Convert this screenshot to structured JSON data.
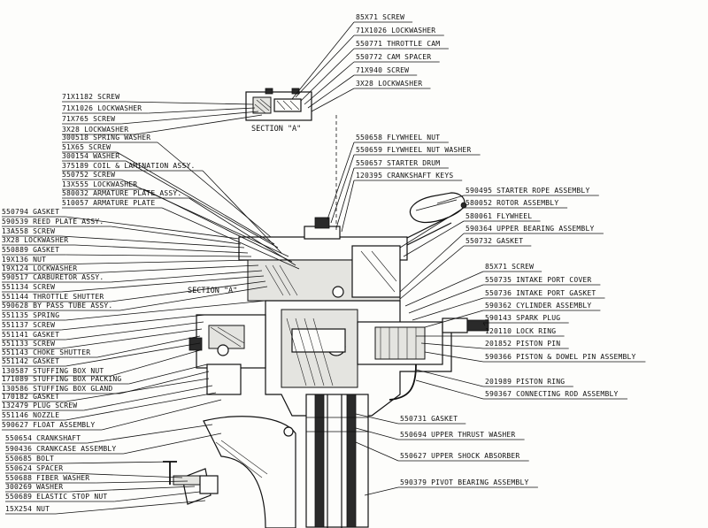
{
  "section_labels": [
    "SECTION \"A\"",
    "SECTION \"A\""
  ],
  "right_labels": [
    {
      "part": "85X71",
      "name": "SCREW"
    },
    {
      "part": "71X1026",
      "name": "LOCKWASHER"
    },
    {
      "part": "550771",
      "name": "THROTTLE CAM"
    },
    {
      "part": "550772",
      "name": "CAM SPACER"
    },
    {
      "part": "71X940",
      "name": "SCREW"
    },
    {
      "part": "3X28",
      "name": "LOCKWASHER"
    },
    {
      "part": "550658",
      "name": "FLYWHEEL NUT"
    },
    {
      "part": "550659",
      "name": "FLYWHEEL NUT WASHER"
    },
    {
      "part": "550657",
      "name": "STARTER DRUM"
    },
    {
      "part": "120395",
      "name": "CRANKSHAFT KEYS"
    },
    {
      "part": "590495",
      "name": "STARTER ROPE ASSEMBLY"
    },
    {
      "part": "580052",
      "name": "ROTOR ASSEMBLY"
    },
    {
      "part": "580061",
      "name": "FLYWHEEL"
    },
    {
      "part": "590364",
      "name": "UPPER BEARING ASSEMBLY"
    },
    {
      "part": "550732",
      "name": "GASKET"
    },
    {
      "part": "85X71",
      "name": "SCREW"
    },
    {
      "part": "550735",
      "name": "INTAKE PORT COVER"
    },
    {
      "part": "550736",
      "name": "INTAKE PORT GASKET"
    },
    {
      "part": "590362",
      "name": "CYLINDER ASSEMBLY"
    },
    {
      "part": "590143",
      "name": "SPARK PLUG"
    },
    {
      "part": "120110",
      "name": "LOCK RING"
    },
    {
      "part": "201852",
      "name": "PISTON PIN"
    },
    {
      "part": "590366",
      "name": "PISTON & DOWEL PIN ASSEMBLY"
    },
    {
      "part": "201989",
      "name": "PISTON RING"
    },
    {
      "part": "590367",
      "name": "CONNECTING ROD ASSEMBLY"
    },
    {
      "part": "550731",
      "name": "GASKET"
    },
    {
      "part": "550694",
      "name": "UPPER THRUST WASHER"
    },
    {
      "part": "550627",
      "name": "UPPER SHOCK ABSORBER"
    },
    {
      "part": "590379",
      "name": "PIVOT BEARING ASSEMBLY"
    }
  ],
  "left_labels": [
    {
      "part": "71X1182",
      "name": "SCREW"
    },
    {
      "part": "71X1026",
      "name": "LOCKWASHER"
    },
    {
      "part": "71X765",
      "name": "SCREW"
    },
    {
      "part": "3X28",
      "name": "LOCKWASHER"
    },
    {
      "part": "300518",
      "name": "SPRING WASHER"
    },
    {
      "part": "51X65",
      "name": "SCREW"
    },
    {
      "part": "300154",
      "name": "WASHER"
    },
    {
      "part": "375189",
      "name": "COIL & LAMINATION ASSY."
    },
    {
      "part": "550752",
      "name": "SCREW"
    },
    {
      "part": "13X555",
      "name": "LOCKWASHER"
    },
    {
      "part": "580032",
      "name": "ARMATURE PLATE ASSY."
    },
    {
      "part": "510057",
      "name": "ARMATURE PLATE"
    },
    {
      "part": "550794",
      "name": "GASKET"
    },
    {
      "part": "590539",
      "name": "REED PLATE ASSY."
    },
    {
      "part": "13A558",
      "name": "SCREW"
    },
    {
      "part": "3X28",
      "name": "LOCKWASHER"
    },
    {
      "part": "550889",
      "name": "GASKET"
    },
    {
      "part": "19X136",
      "name": "NUT"
    },
    {
      "part": "19X124",
      "name": "LOCKWASHER"
    },
    {
      "part": "590517",
      "name": "CARBURETOR ASSY."
    },
    {
      "part": "551134",
      "name": "SCREW"
    },
    {
      "part": "551144",
      "name": "THROTTLE SHUTTER"
    },
    {
      "part": "590628",
      "name": "BY PASS TUBE ASSY."
    },
    {
      "part": "551135",
      "name": "SPRING"
    },
    {
      "part": "551137",
      "name": "SCREW"
    },
    {
      "part": "551141",
      "name": "GASKET"
    },
    {
      "part": "551133",
      "name": "SCREW"
    },
    {
      "part": "551143",
      "name": "CHOKE SHUTTER"
    },
    {
      "part": "551142",
      "name": "GASKET"
    },
    {
      "part": "130587",
      "name": "STUFFING BOX NUT"
    },
    {
      "part": "171089",
      "name": "STUFFING BOX PACKING"
    },
    {
      "part": "130586",
      "name": "STUFFING BOX GLAND"
    },
    {
      "part": "170182",
      "name": "GASKET"
    },
    {
      "part": "132479",
      "name": "PLUG SCREW"
    },
    {
      "part": "551146",
      "name": "NOZZLE"
    },
    {
      "part": "590627",
      "name": "FLOAT ASSEMBLY"
    },
    {
      "part": "550654",
      "name": "CRANKSHAFT"
    },
    {
      "part": "590436",
      "name": "CRANKCASE ASSEMBLY"
    },
    {
      "part": "550685",
      "name": "BOLT"
    },
    {
      "part": "550624",
      "name": "SPACER"
    },
    {
      "part": "550688",
      "name": "FIBER WASHER"
    },
    {
      "part": "300269",
      "name": "WASHER"
    },
    {
      "part": "550689",
      "name": "ELASTIC STOP NUT"
    },
    {
      "part": "15X254",
      "name": "NUT"
    }
  ]
}
